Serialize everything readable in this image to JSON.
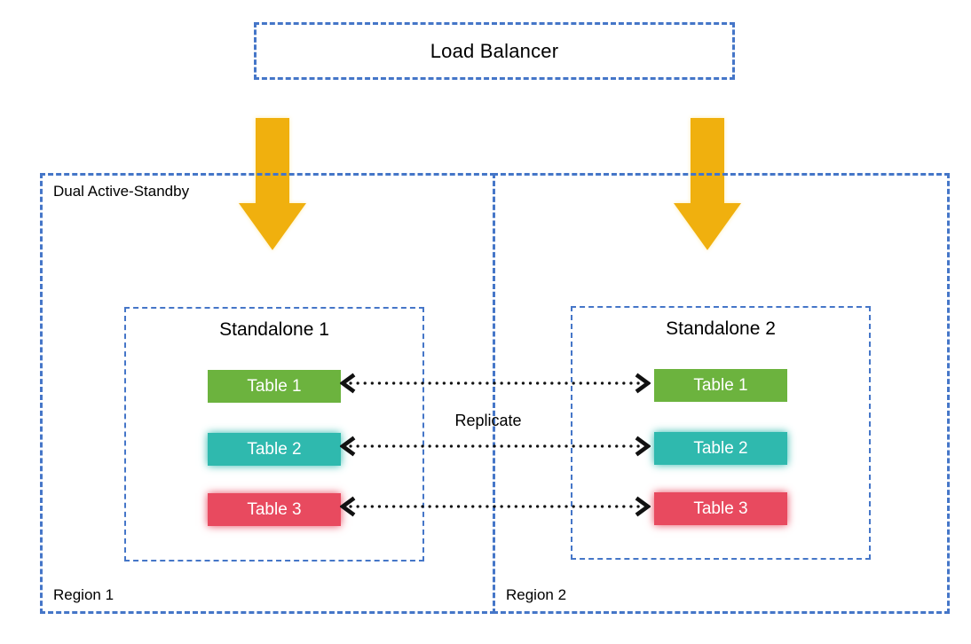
{
  "load_balancer": {
    "label": "Load Balancer"
  },
  "regions": [
    {
      "corner_label": "Dual Active-Standby",
      "footer_label": "Region 1",
      "standalone": {
        "title": "Standalone 1",
        "tables": [
          {
            "label": "Table 1",
            "color": "#6CB33E"
          },
          {
            "label": "Table 2",
            "color": "#2FB9AE"
          },
          {
            "label": "Table 3",
            "color": "#E84A5F"
          }
        ]
      }
    },
    {
      "footer_label": "Region 2",
      "standalone": {
        "title": "Standalone 2",
        "tables": [
          {
            "label": "Table 1",
            "color": "#6CB33E"
          },
          {
            "label": "Table 2",
            "color": "#2FB9AE"
          },
          {
            "label": "Table 3",
            "color": "#E84A5F"
          }
        ]
      }
    }
  ],
  "replicate_label": "Replicate",
  "colors": {
    "border_blue": "#4576C8",
    "arrow_gold": "#F0B00E",
    "connector_black": "#111111"
  }
}
